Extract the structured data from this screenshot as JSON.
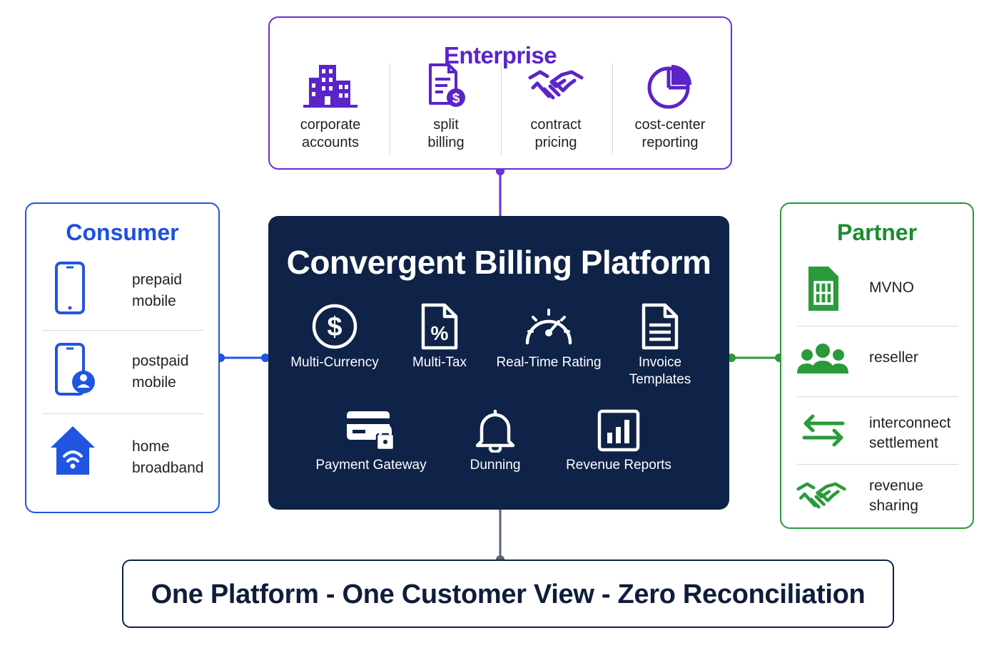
{
  "colors": {
    "enterprise": "#6a2fd6",
    "consumer": "#1f55e0",
    "partner": "#2a9a3a",
    "core_bg": "#0f2247",
    "connector_bottom": "#5a6577"
  },
  "enterprise": {
    "title": "Enterprise",
    "items": [
      {
        "icon": "building-icon",
        "label": "corporate\naccounts"
      },
      {
        "icon": "invoice-dollar-icon",
        "label": "split\nbilling"
      },
      {
        "icon": "handshake-icon",
        "label": "contract\npricing"
      },
      {
        "icon": "pie-chart-icon",
        "label": "cost-center\nreporting"
      }
    ]
  },
  "consumer": {
    "title": "Consumer",
    "items": [
      {
        "icon": "smartphone-icon",
        "label": "prepaid\nmobile"
      },
      {
        "icon": "smartphone-user-icon",
        "label": "postpaid\nmobile"
      },
      {
        "icon": "home-wifi-icon",
        "label": "home\nbroadband"
      }
    ]
  },
  "partner": {
    "title": "Partner",
    "items": [
      {
        "icon": "sim-card-icon",
        "label": "MVNO"
      },
      {
        "icon": "people-group-icon",
        "label": "reseller"
      },
      {
        "icon": "exchange-arrows-icon",
        "label": "interconnect\nsettlement"
      },
      {
        "icon": "handshake-icon",
        "label": "revenue\nsharing"
      }
    ]
  },
  "core": {
    "title": "Convergent Billing Platform",
    "features": [
      {
        "icon": "dollar-circle-icon",
        "label": "Multi-Currency"
      },
      {
        "icon": "percent-document-icon",
        "label": "Multi-Tax"
      },
      {
        "icon": "gauge-icon",
        "label": "Real-Time Rating"
      },
      {
        "icon": "document-lines-icon",
        "label": "Invoice\nTemplates"
      },
      {
        "icon": "credit-card-lock-icon",
        "label": "Payment Gateway"
      },
      {
        "icon": "bell-icon",
        "label": "Dunning"
      },
      {
        "icon": "bar-chart-icon",
        "label": "Revenue Reports"
      }
    ]
  },
  "tagline": "One Platform - One Customer View - Zero Reconciliation"
}
